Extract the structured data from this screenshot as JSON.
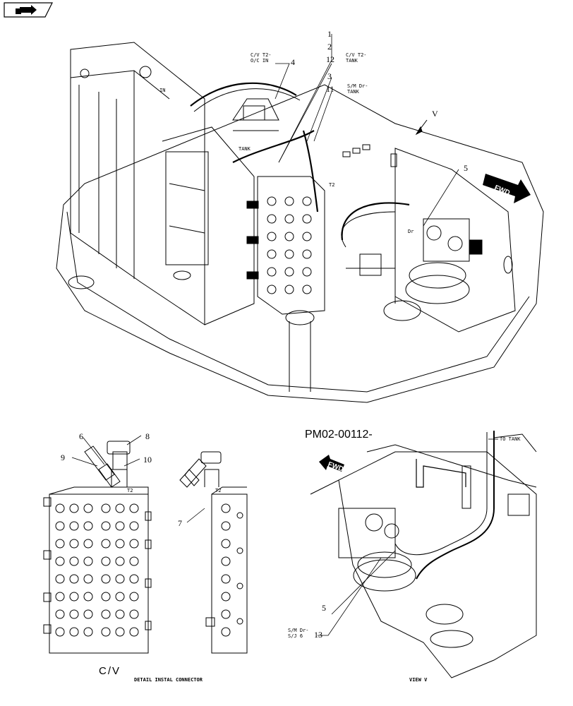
{
  "drawing_id": "PM02-00112-",
  "main_view": {
    "callouts": {
      "c1": "1",
      "c2": "2",
      "c12": "12",
      "c3": "3",
      "c11": "11",
      "c4": "4",
      "c5": "5"
    },
    "labels": {
      "cv_oc_in_1": "C/V T2-",
      "cv_oc_in_2": "O/C IN",
      "cv_t2_tank_1": "C/V T2-",
      "cv_t2_tank_2": "TANK",
      "sm_dr_tank_1": "S/M Dr-",
      "sm_dr_tank_2": "TANK",
      "in": "IN",
      "tank": "TANK",
      "t2": "T2",
      "dr": "Dr",
      "view_v": "V",
      "fwd": "FWD"
    }
  },
  "detail_view": {
    "callouts": {
      "c6": "6",
      "c8": "8",
      "c9": "9",
      "c10": "10",
      "c7": "7"
    },
    "t2_left": "T2",
    "t2_right": "T2",
    "cv_title": "C/V",
    "caption": "DETAIL INSTAL CONNECTOR"
  },
  "view_v": {
    "to_tank": "TO TANK",
    "fwd": "FWD",
    "callouts": {
      "c5": "5",
      "c13": "13"
    },
    "sm_dr_1": "S/M Dr-",
    "sm_dr_2": "S/J 6",
    "caption": "VIEW V"
  },
  "icons": {
    "corner": "right-arrow-icon"
  }
}
